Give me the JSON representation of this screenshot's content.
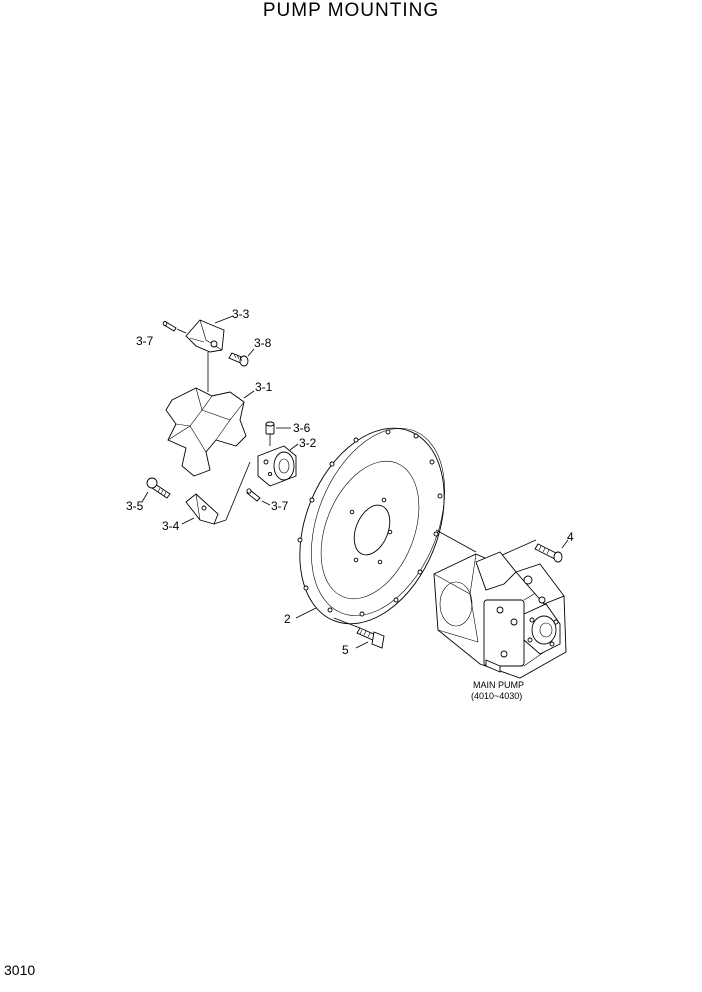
{
  "title": "PUMP MOUNTING",
  "page_number": "3010",
  "callouts": {
    "c3_3": "3-3",
    "c3_7a": "3-7",
    "c3_8": "3-8",
    "c3_1": "3-1",
    "c3_6": "3-6",
    "c3_2": "3-2",
    "c3_7b": "3-7",
    "c3_5": "3-5",
    "c3_4": "3-4",
    "c2": "2",
    "c4": "4",
    "c5": "5"
  },
  "caption": {
    "line1": "MAIN PUMP",
    "line2": "(4010~4030)"
  }
}
